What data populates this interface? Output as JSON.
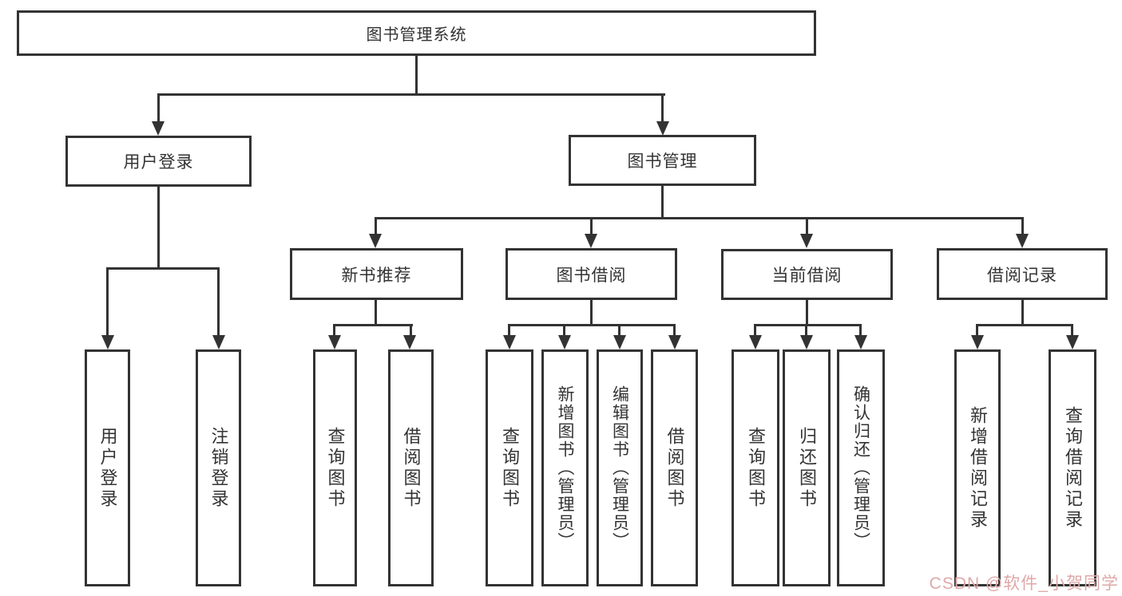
{
  "colors": {
    "line": "#333333",
    "box_background": "#ffffff",
    "text": "#333333",
    "watermark": "#dfa8a8"
  },
  "watermark": {
    "text": "CSDN @软件_小贺同学"
  },
  "tree": {
    "root": "图书管理系统",
    "children": [
      {
        "label": "用户登录",
        "children": [
          "用户登录",
          "注销登录"
        ]
      },
      {
        "label": "图书管理",
        "children": [
          {
            "label": "新书推荐",
            "children": [
              "查询图书",
              "借阅图书"
            ]
          },
          {
            "label": "图书借阅",
            "children": [
              "查询图书",
              "新增图书（管理员）",
              "编辑图书（管理员）",
              "借阅图书"
            ]
          },
          {
            "label": "当前借阅",
            "children": [
              "查询图书",
              "归还图书",
              "确认归还（管理员）"
            ]
          },
          {
            "label": "借阅记录",
            "children": [
              "新增借阅记录",
              "查询借阅记录"
            ]
          }
        ]
      }
    ]
  }
}
